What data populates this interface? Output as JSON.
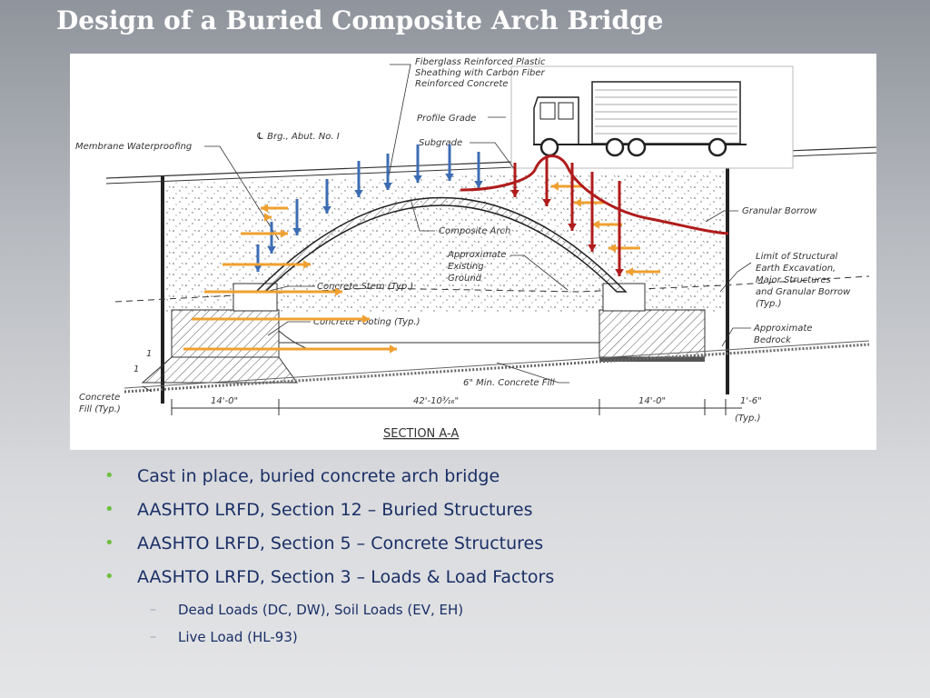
{
  "slide": {
    "title": "Design of a Buried Composite Arch Bridge"
  },
  "figure": {
    "labels": {
      "sheathing_1": "Fiberglass Reinforced Plastic",
      "sheathing_2": "Sheathing with Carbon Fiber",
      "sheathing_3": "Reinforced Concrete",
      "profile_grade": "Profile Grade",
      "subgrade": "Subgrade",
      "brg_abut": "℄ Brg., Abut. No. I",
      "membrane": "Membrane Waterproofing",
      "granular_borrow": "Granular Borrow",
      "composite_arch": "Composite Arch",
      "existing_ground_1": "Approximate",
      "existing_ground_2": "Existing",
      "existing_ground_3": "Ground",
      "limit_1": "Limit of Structural",
      "limit_2": "Earth Excavation,",
      "limit_3": "Major Structures",
      "limit_4": "and Granular Borrow",
      "limit_5": "(Typ.)",
      "concrete_stem": "Concrete Stem (Typ.)",
      "concrete_footing": "Concrete Footing (Typ.)",
      "bedrock_1": "Approximate",
      "bedrock_2": "Bedrock",
      "concrete_fill_1": "Concrete",
      "concrete_fill_2": "Fill (Typ.)",
      "min_fill": "6\" Min. Concrete Fill",
      "slope_1": "1",
      "slope_2": "1"
    },
    "dimensions": {
      "left": "14'-0\"",
      "span": "42'-10³⁄₁₆\"",
      "right": "14'-0\"",
      "edge": "1'-6\"",
      "edge_typ": "(Typ.)"
    },
    "section_title": "SECTION A-A",
    "colors": {
      "vertical_load": "#3c6db4",
      "lateral_pressure": "#f0a030",
      "live_load": "#b01c1c"
    }
  },
  "bullets": [
    {
      "text": "Cast in place, buried concrete arch bridge"
    },
    {
      "text": "AASHTO LRFD, Section 12 – Buried Structures"
    },
    {
      "text": "AASHTO LRFD, Section 5 – Concrete Structures"
    },
    {
      "text": "AASHTO LRFD, Section 3 – Loads & Load Factors",
      "children": [
        {
          "text": "Dead Loads (DC, DW), Soil Loads (EV, EH)"
        },
        {
          "text": "Live Load (HL-93)"
        }
      ]
    }
  ]
}
